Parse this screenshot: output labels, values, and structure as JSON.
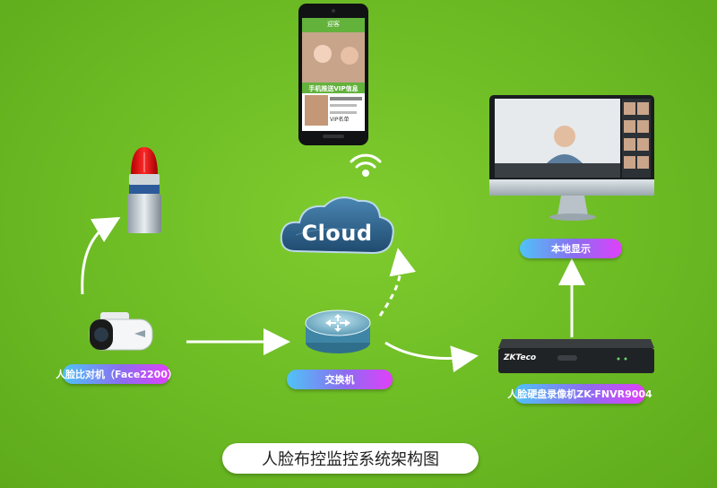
{
  "diagram": {
    "title": "人脸布控监控系统架构图",
    "cloud_label": "Cloud",
    "labels": {
      "camera": "人脸比对机（Face2200）",
      "switch": "交换机",
      "nvr": "人脸硬盘录像机ZK-FNVR9004",
      "local_display": "本地显示"
    },
    "phone": {
      "app_title": "迎客",
      "banner": "手机推送VIP信息",
      "card_title": "VIP名单"
    },
    "nvr_brand": "ZKTeco",
    "colors": {
      "background": "#6fbf26",
      "pill_start": "#4fc3f7",
      "pill_end": "#e040fb",
      "cloud": "#2e5f86",
      "arrow": "#ffffff"
    }
  }
}
